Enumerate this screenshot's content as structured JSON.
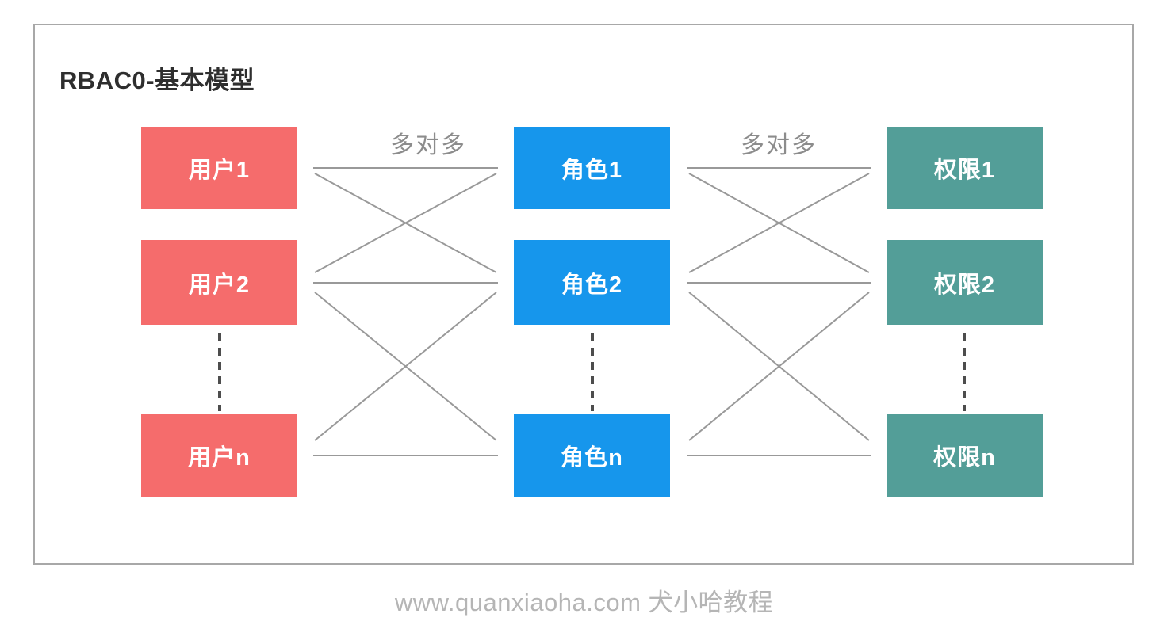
{
  "title": "RBAC0-基本模型",
  "relation_labels": {
    "left": "多对多",
    "right": "多对多"
  },
  "columns": {
    "users": {
      "items": [
        "用户1",
        "用户2",
        "用户n"
      ]
    },
    "roles": {
      "items": [
        "角色1",
        "角色2",
        "角色n"
      ]
    },
    "permissions": {
      "items": [
        "权限1",
        "权限2",
        "权限n"
      ]
    }
  },
  "colors": {
    "users": "#f56c6c",
    "roles": "#1696ec",
    "permissions": "#539e98",
    "line": "#999999",
    "dashed_line": "#4d4d4d",
    "frame_border": "#a8a8a8",
    "watermark": "#b5b5b5",
    "title": "#2e2e2e"
  },
  "connections": [
    {
      "from": "用户1",
      "to": "角色1"
    },
    {
      "from": "用户1",
      "to": "角色2"
    },
    {
      "from": "用户2",
      "to": "角色1"
    },
    {
      "from": "用户2",
      "to": "角色2"
    },
    {
      "from": "用户2",
      "to": "角色n"
    },
    {
      "from": "用户n",
      "to": "角色2"
    },
    {
      "from": "用户n",
      "to": "角色n"
    },
    {
      "from": "角色1",
      "to": "权限1"
    },
    {
      "from": "角色1",
      "to": "权限2"
    },
    {
      "from": "角色2",
      "to": "权限1"
    },
    {
      "from": "角色2",
      "to": "权限2"
    },
    {
      "from": "角色2",
      "to": "权限n"
    },
    {
      "from": "角色n",
      "to": "权限2"
    },
    {
      "from": "角色n",
      "to": "权限n"
    }
  ],
  "watermark": "www.quanxiaoha.com 犬小哈教程"
}
